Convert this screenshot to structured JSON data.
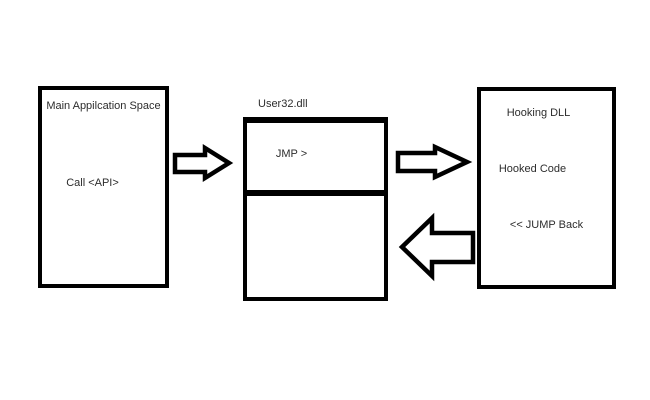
{
  "colors": {
    "background": "#ffffff",
    "line": "#000000",
    "text": "#2d2d2d"
  },
  "main_app_box": {
    "title": "Main Appilcation Space",
    "body": "Call <API>"
  },
  "user32_box": {
    "title": "User32.dll",
    "jmp_label": "JMP >"
  },
  "hooking_box": {
    "title": "Hooking DLL",
    "hooked_code": "Hooked Code",
    "jump_back": "<< JUMP Back"
  },
  "arrows": {
    "call_to_user32": "right-arrow",
    "user32_to_hooking": "right-arrow",
    "hooking_back_to_user32": "left-arrow"
  }
}
